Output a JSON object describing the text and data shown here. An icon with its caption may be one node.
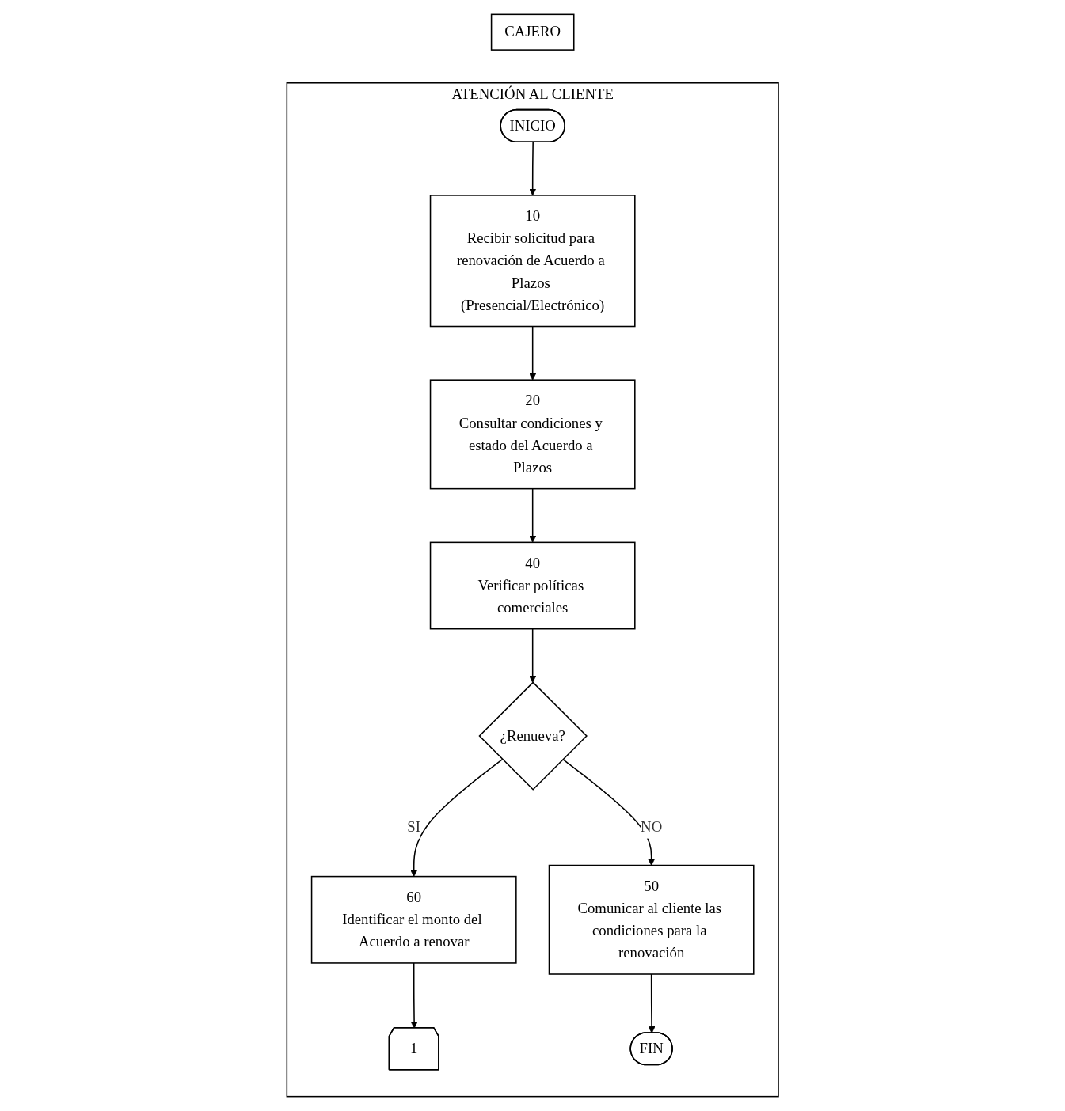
{
  "diagram": {
    "nodes": [
      {
        "text": [
          "ATENCIÓN AL CLIENTE"
        ]
      },
      {
        "text": [
          "CAJERO"
        ]
      },
      {
        "text": [
          "INICIO"
        ],
        "in": 0
      },
      {
        "text": [
          "10",
          "Recibir solicitud para renovación de Acuerdo a Plazos (Presencial/Electrónico)"
        ],
        "in": 0
      },
      {
        "text": [
          "20",
          "Consultar condiciones y estado del Acuerdo a Plazos"
        ],
        "in": 0
      },
      {
        "text": [
          "40",
          "Verificar políticas comerciales"
        ],
        "in": 0
      },
      {
        "text": [
          "¿Renueva?"
        ],
        "in": 0
      },
      {
        "text": [
          "60",
          "Identificar el monto del Acuerdo a renovar"
        ],
        "in": 0
      },
      {
        "text": [
          "50",
          "Comunicar al cliente las condiciones para la renovación"
        ],
        "in": 0
      },
      {
        "text": [
          "1"
        ],
        "in": 0
      },
      {
        "text": [
          "FIN"
        ],
        "in": 0
      }
    ],
    "edges": [
      {
        "from": 2,
        "to": 3,
        "arrow": "to"
      },
      {
        "from": 3,
        "to": 4,
        "arrow": "to"
      },
      {
        "from": 4,
        "to": 5,
        "arrow": "to"
      },
      {
        "from": 5,
        "to": 6,
        "arrow": "to"
      },
      {
        "from": 6,
        "to": 7,
        "arrow": "to",
        "label": "SI"
      },
      {
        "from": 6,
        "to": 8,
        "arrow": "to",
        "label": "NO"
      },
      {
        "from": 7,
        "to": 9,
        "arrow": "to"
      },
      {
        "from": 8,
        "to": 10,
        "arrow": "to"
      }
    ]
  }
}
